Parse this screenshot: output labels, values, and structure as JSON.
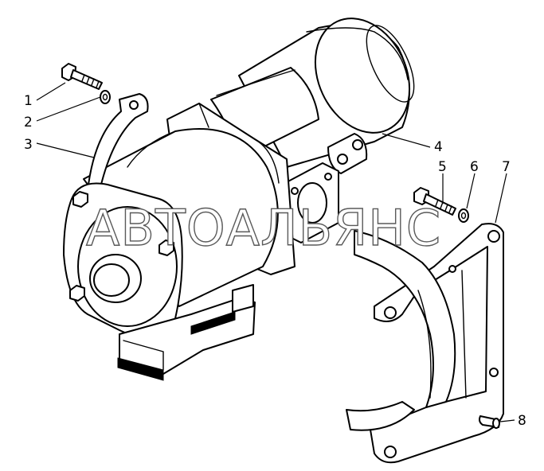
{
  "watermark": "АВТОАЛЬЯНС",
  "callouts": [
    "1",
    "2",
    "3",
    "4",
    "5",
    "6",
    "7",
    "8"
  ]
}
